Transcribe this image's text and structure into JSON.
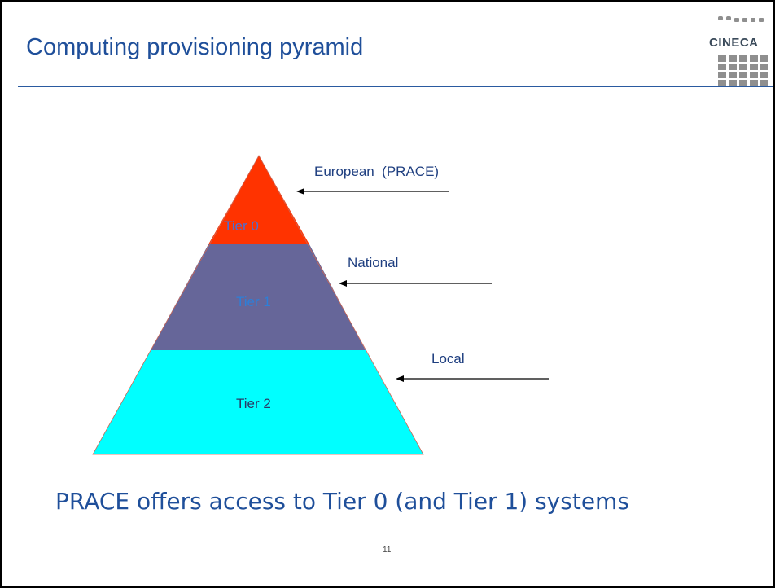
{
  "slide": {
    "title": "Computing provisioning pyramid",
    "logo_text": "CINECA",
    "bottom_text": "PRACE offers access to Tier 0 (and Tier 1) systems",
    "page_number": "11"
  },
  "pyramid": {
    "tiers": [
      {
        "label": "Tier 0",
        "color": "#ff3300"
      },
      {
        "label": "Tier 1",
        "color": "#666699"
      },
      {
        "label": "Tier 2",
        "color": "#00ffff"
      }
    ]
  },
  "annotations": {
    "european": "European  (PRACE)",
    "national": "National",
    "local": "Local"
  }
}
